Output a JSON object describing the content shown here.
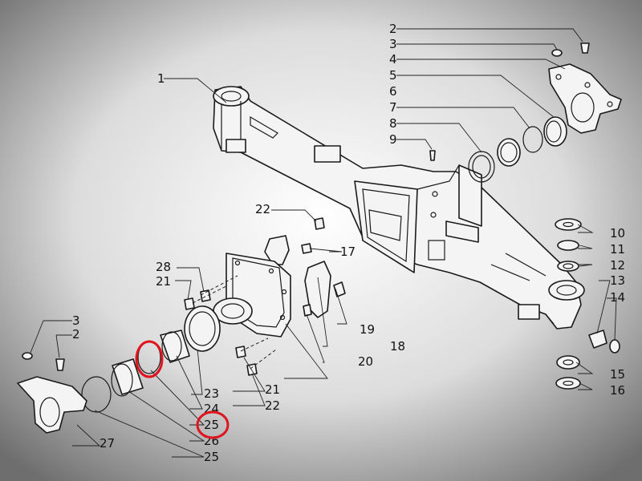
{
  "callouts": [
    "1",
    "2",
    "3",
    "4",
    "5",
    "6",
    "7",
    "8",
    "9",
    "10",
    "11",
    "12",
    "13",
    "14",
    "15",
    "16",
    "17",
    "18",
    "19",
    "20",
    "21",
    "22",
    "23",
    "24",
    "25",
    "26",
    "27",
    "28",
    "21",
    "22",
    "3",
    "2",
    "25"
  ],
  "highlight_color": "#e0141e"
}
